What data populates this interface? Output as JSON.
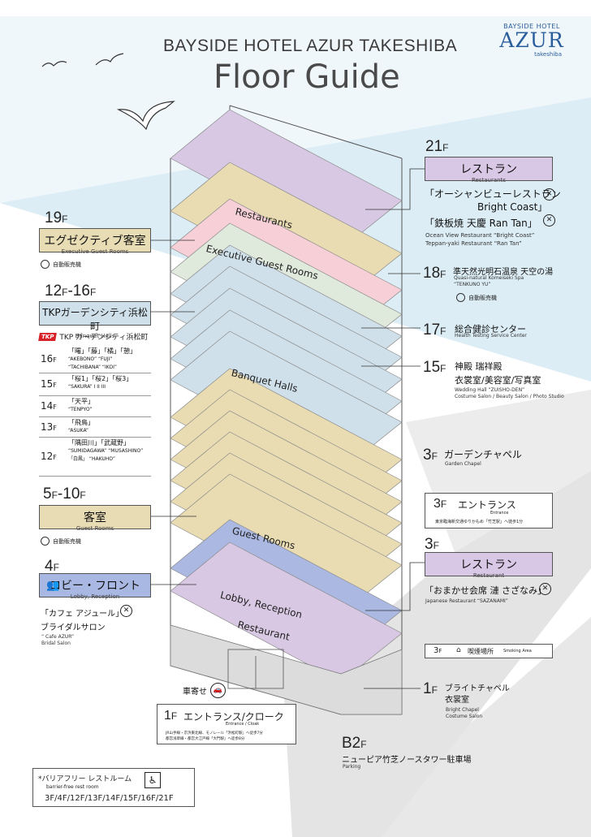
{
  "header": {
    "hotel_name": "BAYSIDE HOTEL AZUR TAKESHIBA",
    "title": "Floor Guide",
    "logo_top": "BAYSIDE HOTEL",
    "logo_main": "AZUR",
    "logo_sub": "takeshiba"
  },
  "building_labels": {
    "restaurants_top": "Restaurants",
    "executive": "Executive Guest Rooms",
    "banquet": "Banquet Halls",
    "guest_rooms": "Guest Rooms",
    "lobby": "Lobby, Reception",
    "restaurant_low": "Restaurant"
  },
  "right": {
    "f21": {
      "floor": "21",
      "unit": "F",
      "box_jp": "レストラン",
      "box_en": "Restaurants",
      "item1_jp": "「オーシャンビューレストラン",
      "item1_jp2": "Bright Coast」",
      "item2_jp": "「鉄板焼 天慶 Ran Tan」",
      "item_en1": "Ocean View Restaurant “Bright Coast”",
      "item_en2": "Teppan-yaki Restaurant “Ran Tan”"
    },
    "f18": {
      "floor": "18",
      "unit": "F",
      "jp": "準天然光明石温泉 天空の湯",
      "en1": "Quasi-natural Komeiseki Spa",
      "en2": "“TENKUNO YU”",
      "vend": "自動販売機"
    },
    "f17": {
      "floor": "17",
      "unit": "F",
      "jp": "総合健診センター",
      "en": "Health Testing Service Center"
    },
    "f15": {
      "floor": "15",
      "unit": "F",
      "jp1": "神殿 瑞祥殿",
      "jp2": "衣裳室/美容室/写真室",
      "en1": "Wedding Hall “ZUISHO-DEN”",
      "en2": "Costume Salon / Beauty Salon / Photo Studio"
    },
    "f3_chapel": {
      "floor": "3",
      "unit": "F",
      "jp": "ガーデンチャペル",
      "en": "Garden Chapel"
    },
    "f3_entrance": {
      "floor": "3",
      "unit": "F",
      "jp": "エントランス",
      "en": "Entrance",
      "note": "東京臨海新交通ゆりかもめ「竹芝駅」へ徒歩1分"
    },
    "f3_rest": {
      "floor": "3",
      "unit": "F",
      "box_jp": "レストラン",
      "box_en": "Restaurant",
      "item_jp": "「おまかせ会席 漣 さざなみ」",
      "item_en": "Japanese Restaurant “SAZANAMI”"
    },
    "smoking": {
      "floor": "3",
      "unit": "F",
      "jp": "喫煙場所",
      "en": "Smoking Area"
    },
    "f1": {
      "floor": "1",
      "unit": "F",
      "jp1": "ブライトチャペル",
      "jp2": "衣裳室",
      "en1": "Bright Chapel",
      "en2": "Costume Salon"
    },
    "b2": {
      "floor": "B2",
      "unit": "F",
      "jp": "ニューピア竹芝ノースタワー駐車場",
      "en": "Parking"
    }
  },
  "left": {
    "f19": {
      "floor": "19",
      "unit": "F",
      "box_jp": "エグゼクティブ客室",
      "box_en": "Executive Guest Rooms",
      "vend": "自動販売機"
    },
    "f12": {
      "floor": "12",
      "floor2": "-16",
      "unit": "F",
      "box_jp": "TKPガーデンシティ浜松町",
      "box_en": "Banquet Halls",
      "brand_badge": "TKP",
      "brand": "TKP ガーデンシティ浜松町"
    },
    "halls": [
      {
        "f": "16",
        "jp": "「曙」「藤」「橘」「憩」",
        "en": "“AKEBONO” “FUJI”",
        "en2": "“TACHIBANA” “IKOI”"
      },
      {
        "f": "15",
        "jp": "「桜1」「桜2」「桜3」",
        "en": "“SAKURA” I II III",
        "en2": ""
      },
      {
        "f": "14",
        "jp": "「天平」",
        "en": "“TENPYO”",
        "en2": ""
      },
      {
        "f": "13",
        "jp": "「飛鳥」",
        "en": "“ASUKA”",
        "en2": ""
      },
      {
        "f": "12",
        "jp": "「隅田川」「武蔵野」",
        "en": "“SUMIDAGAWA” “MUSASHINO”",
        "en2": "「白鳳」 “HAKUHO”"
      }
    ],
    "hall_unit": "F",
    "f5": {
      "floor": "5",
      "floor2": "-10",
      "unit": "F",
      "box_jp": "客室",
      "box_en": "Guest Rooms",
      "vend": "自動販売機"
    },
    "f4": {
      "floor": "4",
      "unit": "F",
      "box_jp": "ロビー・フロント",
      "box_en": "Lobby, Reception",
      "item1": "「カフェ アジュール」",
      "item2": "ブライダルサロン",
      "item_en1": "“ Cafe AZUR”",
      "item_en2": "Bridal Salon"
    }
  },
  "bottom": {
    "car": "車寄せ",
    "f1_floor": "1",
    "f1_unit": "F",
    "f1_jp": "エントランス/クローク",
    "f1_en": "Entrance / Cloak",
    "f1_note1": "JR山手線・京浜東北線、モノレール「浜松町駅」へ徒歩7分",
    "f1_note2": "都営浅草線・都営大江戸線「大門駅」へ徒歩8分",
    "barrier_jp": "*バリアフリー レストルーム",
    "barrier_en": "barrier-free rest room",
    "barrier_floors": "3F/4F/12F/13F/14F/15F/16F/21F"
  },
  "colors": {
    "lavender": "#d8c8e4",
    "tan": "#e9dcb2",
    "pink": "#f6cfd7",
    "mint": "#dfe9dc",
    "blue": "#cfe0ea",
    "peri": "#aab8e2",
    "sky": "#dcedf5",
    "gray": "#e6e6e6"
  }
}
